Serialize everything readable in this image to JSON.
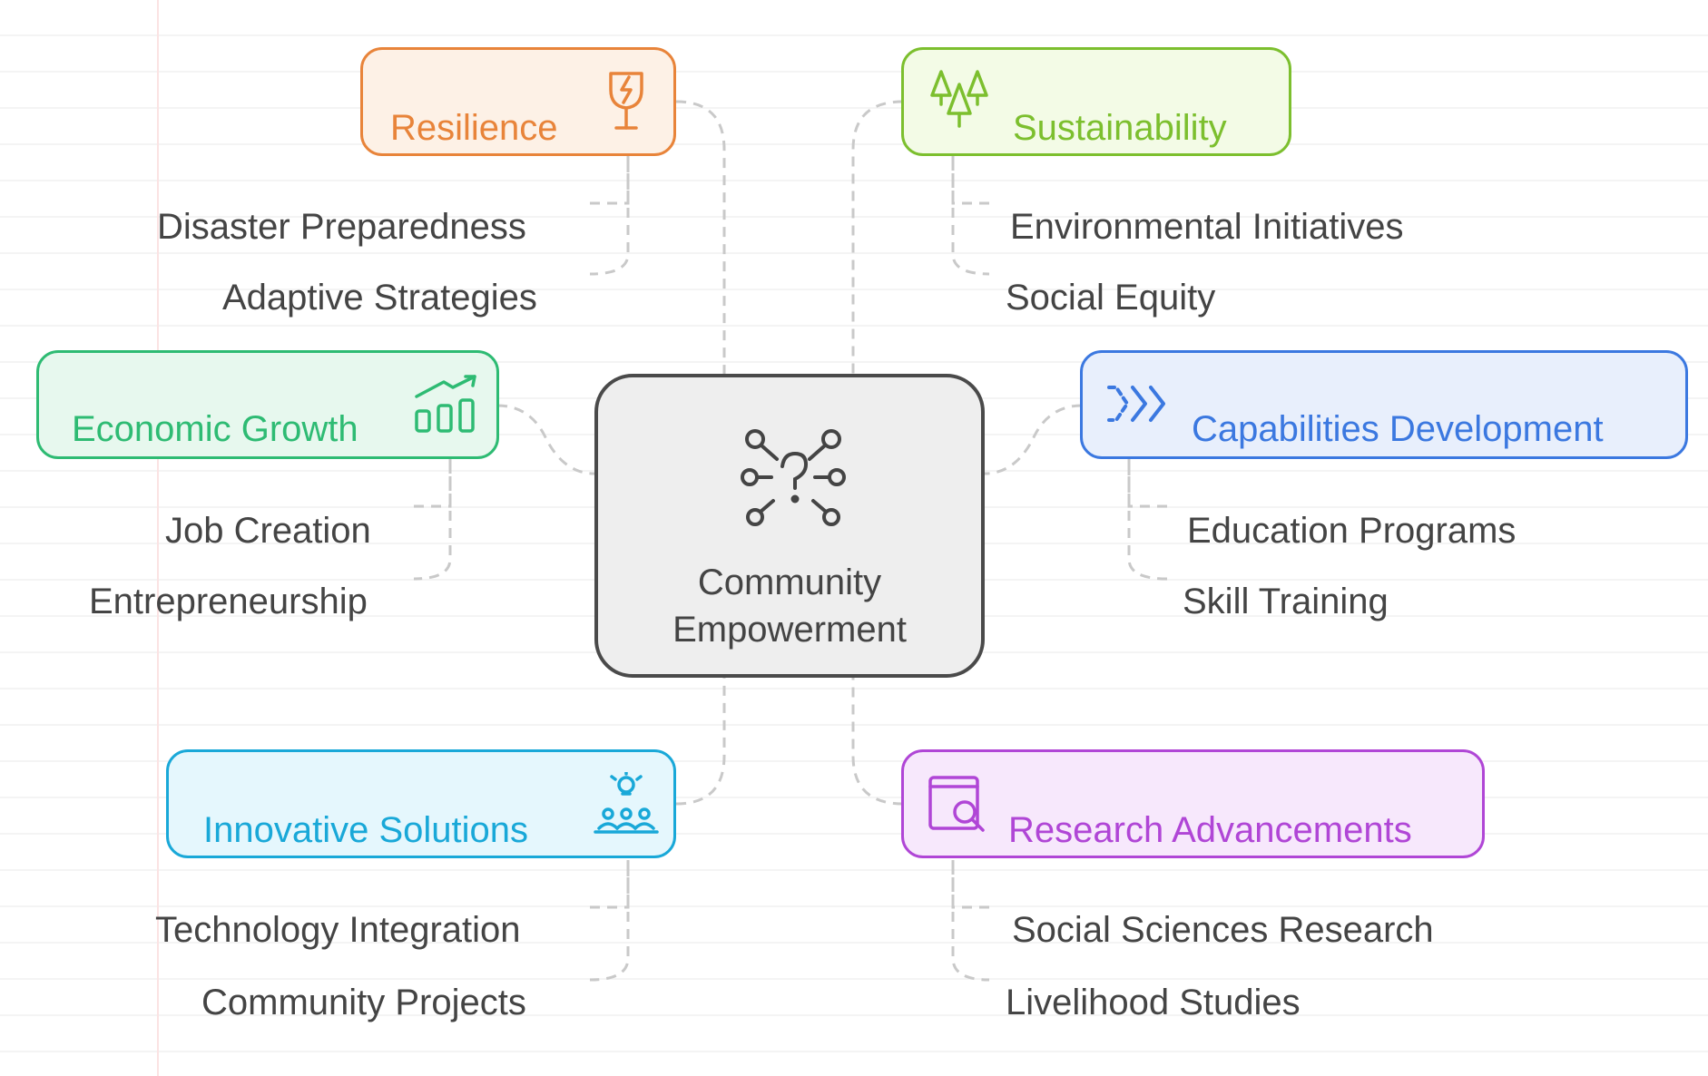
{
  "center": {
    "title_line1": "Community",
    "title_line2": "Empowerment",
    "icon": "network-question-icon"
  },
  "branches": {
    "resilience": {
      "title": "Resilience",
      "icon": "broken-glass-icon",
      "color": "#E8843A",
      "fill": "#FDF1E6",
      "items": [
        "Disaster Preparedness",
        "Adaptive Strategies"
      ]
    },
    "sustainability": {
      "title": "Sustainability",
      "icon": "trees-icon",
      "color": "#7CBF2E",
      "fill": "#F3FBE6",
      "items": [
        "Environmental Initiatives",
        "Social Equity"
      ]
    },
    "economic_growth": {
      "title": "Economic Growth",
      "icon": "growth-chart-icon",
      "color": "#2EBB73",
      "fill": "#E7F8EE",
      "items": [
        "Job Creation",
        "Entrepreneurship"
      ]
    },
    "capabilities": {
      "title": "Capabilities Development",
      "icon": "double-chevron-icon",
      "color": "#3B78E0",
      "fill": "#E8EFFC",
      "items": [
        "Education Programs",
        "Skill Training"
      ]
    },
    "innovative": {
      "title": "Innovative Solutions",
      "icon": "lightbulb-people-icon",
      "color": "#19A8D8",
      "fill": "#E5F7FD",
      "items": [
        "Technology Integration",
        "Community Projects"
      ]
    },
    "research": {
      "title": "Research Advancements",
      "icon": "search-window-icon",
      "color": "#B046D6",
      "fill": "#F7E8FC",
      "items": [
        "Social Sciences Research",
        "Livelihood Studies"
      ]
    }
  }
}
